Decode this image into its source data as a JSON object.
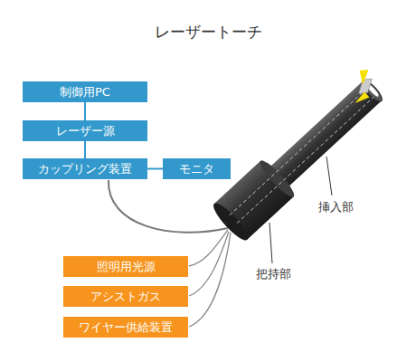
{
  "diagram": {
    "title": "レーザートーチ",
    "nodes": [
      {
        "text": [
          "制御用PC"
        ]
      },
      {
        "text": [
          "レーザー源"
        ]
      },
      {
        "text": [
          "カップリング装置"
        ]
      },
      {
        "text": [
          "モニタ"
        ]
      },
      {
        "text": [
          "照明用光源"
        ]
      },
      {
        "text": [
          "アシストガス"
        ]
      },
      {
        "text": [
          "ワイヤー供給装置"
        ]
      }
    ],
    "edges": [
      {
        "from": 0,
        "to": 1,
        "arrow": "none"
      },
      {
        "from": 1,
        "to": 2,
        "arrow": "none"
      },
      {
        "from": 2,
        "to": 3,
        "arrow": "none"
      }
    ],
    "labels": [
      "挿入部",
      "把持部"
    ]
  }
}
